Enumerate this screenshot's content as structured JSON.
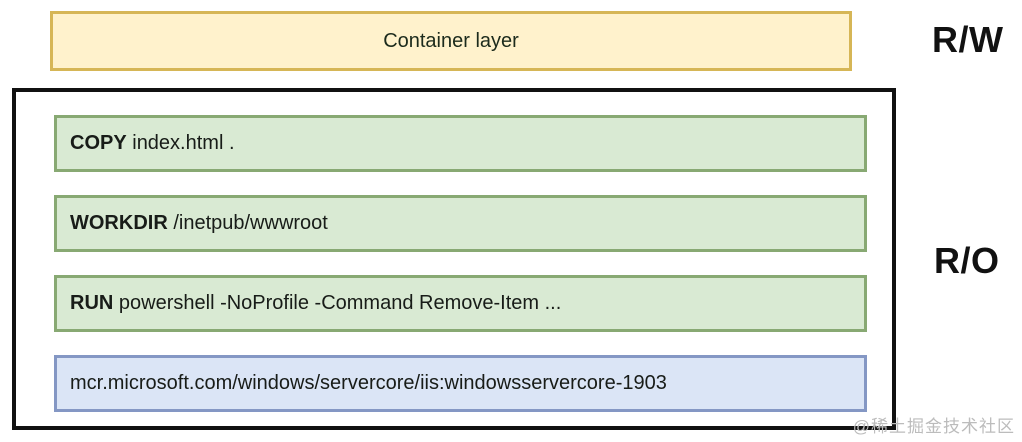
{
  "diagram": {
    "container_layer": {
      "label": "Container layer",
      "access": "R/W"
    },
    "image_layers": {
      "access": "R/O",
      "rows": [
        {
          "type": "instruction",
          "keyword": "COPY",
          "text": " index.html ."
        },
        {
          "type": "instruction",
          "keyword": "WORKDIR",
          "text": " /inetpub/wwwroot"
        },
        {
          "type": "instruction",
          "keyword": "RUN",
          "text": " powershell -NoProfile -Command Remove-Item ..."
        },
        {
          "type": "base-image",
          "keyword": "",
          "text": "mcr.microsoft.com/windows/servercore/iis:windowsservercore-1903"
        }
      ]
    },
    "watermark": "@稀土掘金技术社区"
  },
  "colors": {
    "container_fill": "#FFF2CC",
    "container_border": "#D6B656",
    "instruction_fill": "#D9EAD3",
    "instruction_border": "#88A973",
    "base_image_fill": "#DBE5F6",
    "base_image_border": "#8497C4",
    "outer_box_border": "#111111",
    "watermark_color": "#BCBCBC"
  }
}
